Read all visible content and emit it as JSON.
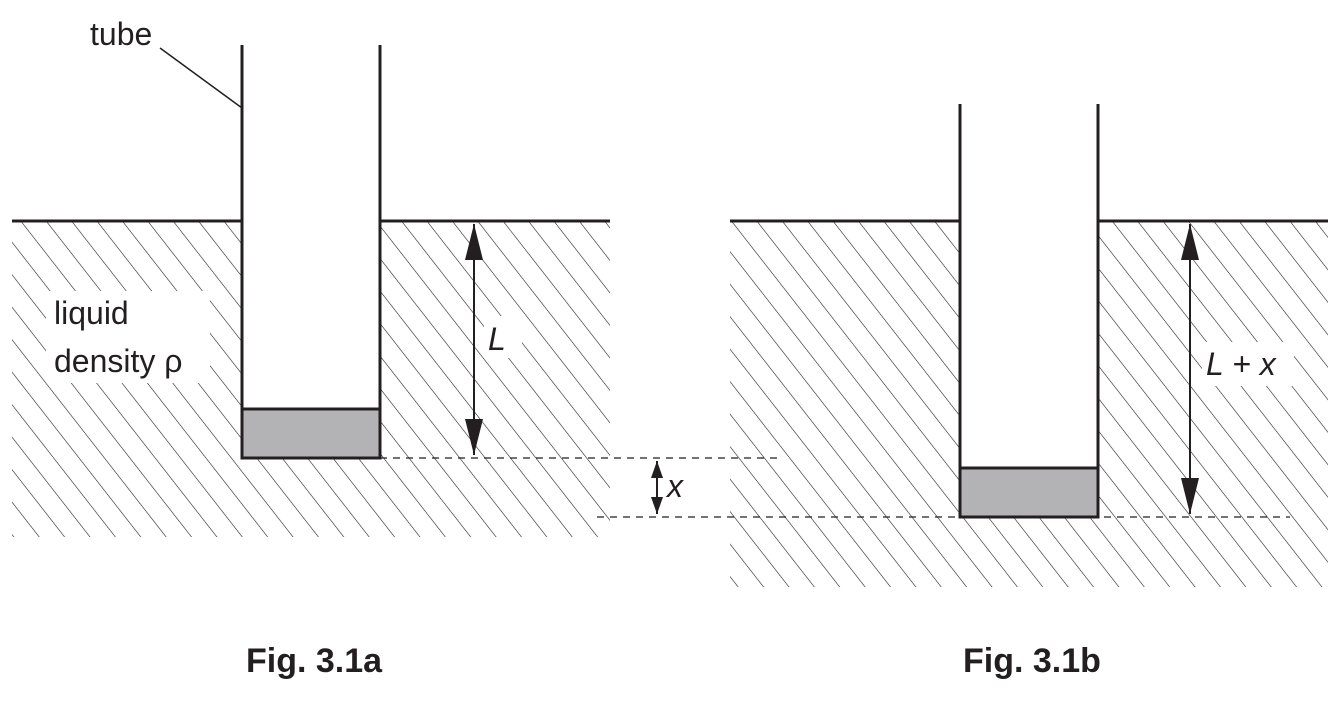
{
  "figure_a": {
    "tube_label": "tube",
    "liquid_label_line1": "liquid",
    "liquid_label_line2": "density ρ",
    "length_label": "L",
    "displacement_label": "x",
    "caption": "Fig. 3.1a"
  },
  "figure_b": {
    "length_label": "L + x",
    "caption": "Fig. 3.1b"
  },
  "colors": {
    "ink": "#231f20",
    "weight_fill": "#b3b3b5"
  }
}
